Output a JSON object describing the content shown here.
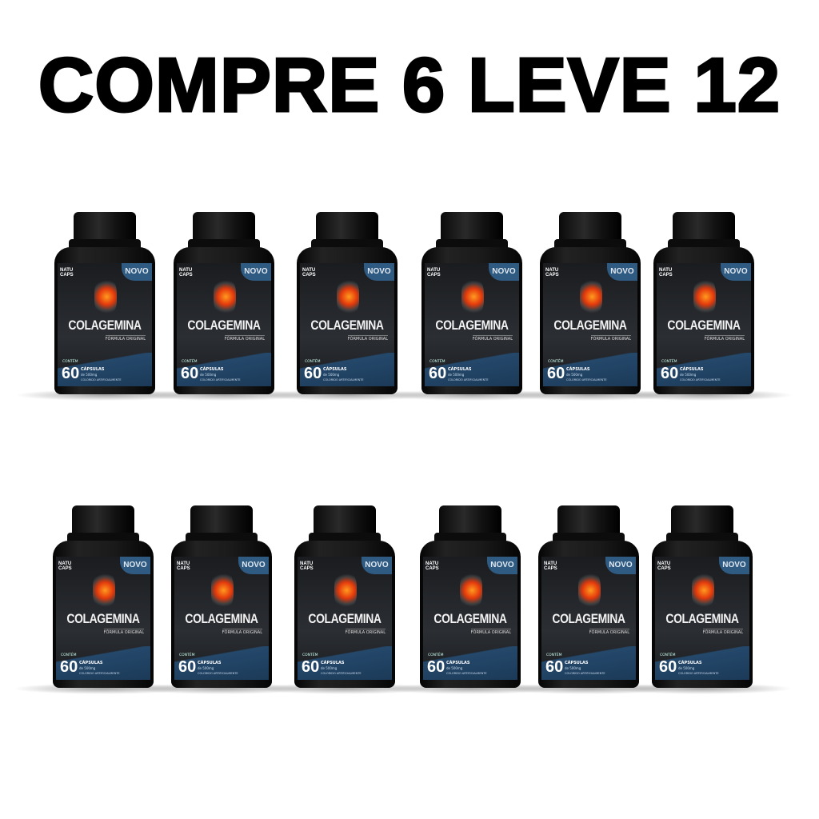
{
  "headline": "COMPRE 6 LEVE 12",
  "product": {
    "brand": "NATU CAPS",
    "badge": "NOVO",
    "name": "COLAGEMINA",
    "subtitle": "FÓRMULA ORIGINAL",
    "contains_label": "CONTÉM",
    "count": "60",
    "unit": "CÁPSULAS",
    "dose": "de 500mg",
    "note": "COLORIDO ARTIFICIALMENTE"
  },
  "bottle_count": 12,
  "colors": {
    "label_band": "#24486b",
    "badge": "#2f5a82",
    "bottle": "#111111"
  }
}
